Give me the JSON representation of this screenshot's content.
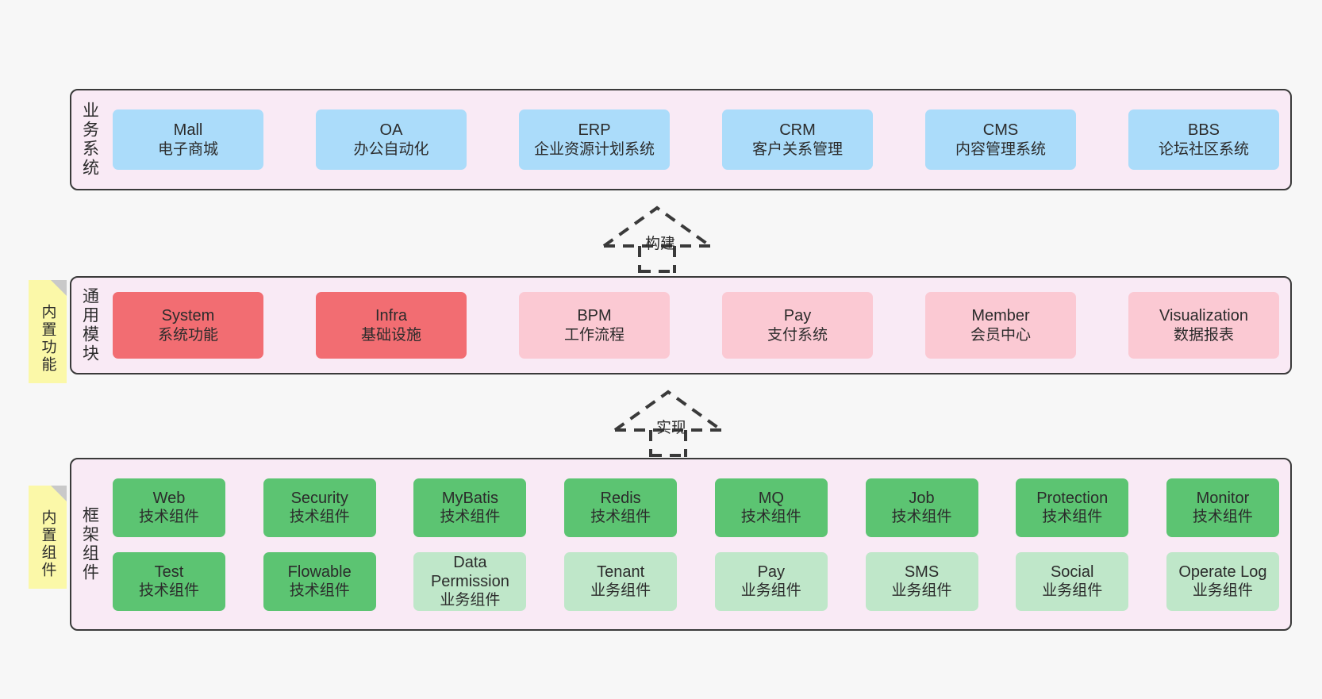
{
  "diagram": {
    "background_color": "#f7f7f7",
    "container_fill": "#f9eaf5",
    "container_border": "#3a3a3a",
    "sticky_color": "#fbf8a8"
  },
  "layers": [
    {
      "id": "business-systems",
      "label": "业务系统",
      "rows": [
        {
          "items": [
            {
              "en": "Mall",
              "cn": "电子商城",
              "color": "#abdcfa"
            },
            {
              "en": "OA",
              "cn": "办公自动化",
              "color": "#abdcfa"
            },
            {
              "en": "ERP",
              "cn": "企业资源计划系统",
              "color": "#abdcfa"
            },
            {
              "en": "CRM",
              "cn": "客户关系管理",
              "color": "#abdcfa"
            },
            {
              "en": "CMS",
              "cn": "内容管理系统",
              "color": "#abdcfa"
            },
            {
              "en": "BBS",
              "cn": "论坛社区系统",
              "color": "#abdcfa"
            }
          ]
        }
      ]
    },
    {
      "id": "common-modules",
      "label": "通用模块",
      "sticky": "内置功能",
      "rows": [
        {
          "items": [
            {
              "en": "System",
              "cn": "系统功能",
              "color": "#f26d72"
            },
            {
              "en": "Infra",
              "cn": "基础设施",
              "color": "#f26d72"
            },
            {
              "en": "BPM",
              "cn": "工作流程",
              "color": "#fbc9d3"
            },
            {
              "en": "Pay",
              "cn": "支付系统",
              "color": "#fbc9d3"
            },
            {
              "en": "Member",
              "cn": "会员中心",
              "color": "#fbc9d3"
            },
            {
              "en": "Visualization",
              "cn": "数据报表",
              "color": "#fbc9d3"
            }
          ]
        }
      ]
    },
    {
      "id": "framework-components",
      "label": "框架组件",
      "sticky": "内置组件",
      "rows": [
        {
          "items": [
            {
              "en": "Web",
              "cn": "技术组件",
              "color": "#5cc472"
            },
            {
              "en": "Security",
              "cn": "技术组件",
              "color": "#5cc472"
            },
            {
              "en": "MyBatis",
              "cn": "技术组件",
              "color": "#5cc472"
            },
            {
              "en": "Redis",
              "cn": "技术组件",
              "color": "#5cc472"
            },
            {
              "en": "MQ",
              "cn": "技术组件",
              "color": "#5cc472"
            },
            {
              "en": "Job",
              "cn": "技术组件",
              "color": "#5cc472"
            },
            {
              "en": "Protection",
              "cn": "技术组件",
              "color": "#5cc472"
            },
            {
              "en": "Monitor",
              "cn": "技术组件",
              "color": "#5cc472"
            }
          ]
        },
        {
          "items": [
            {
              "en": "Test",
              "cn": "技术组件",
              "color": "#5cc472"
            },
            {
              "en": "Flowable",
              "cn": "技术组件",
              "color": "#5cc472"
            },
            {
              "en": "Data Permission",
              "cn": "业务组件",
              "color": "#bfe7c9",
              "wrap": true
            },
            {
              "en": "Tenant",
              "cn": "业务组件",
              "color": "#bfe7c9"
            },
            {
              "en": "Pay",
              "cn": "业务组件",
              "color": "#bfe7c9"
            },
            {
              "en": "SMS",
              "cn": "业务组件",
              "color": "#bfe7c9"
            },
            {
              "en": "Social",
              "cn": "业务组件",
              "color": "#bfe7c9"
            },
            {
              "en": "Operate Log",
              "cn": "业务组件",
              "color": "#bfe7c9"
            }
          ]
        }
      ]
    }
  ],
  "connectors": [
    {
      "id": "build",
      "label": "构建"
    },
    {
      "id": "implement",
      "label": "实现"
    }
  ]
}
